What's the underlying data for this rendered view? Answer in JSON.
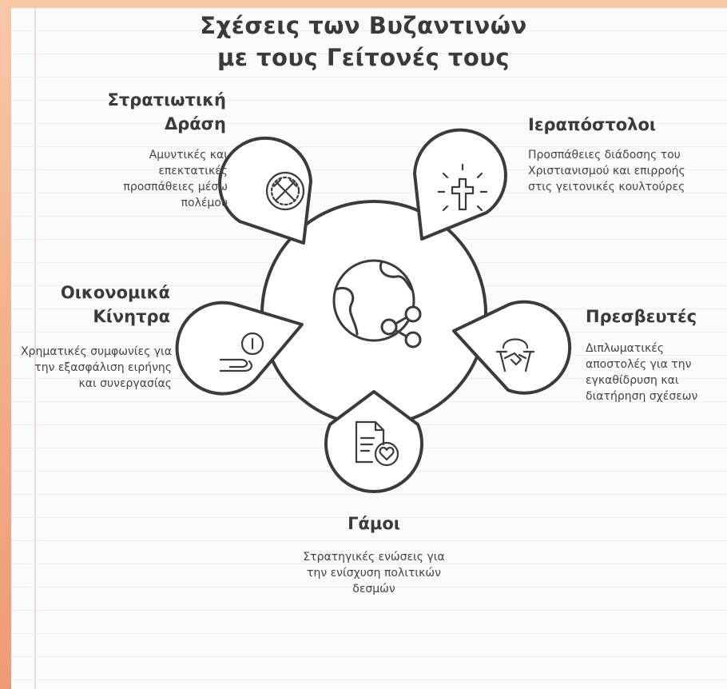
{
  "title": "Σχέσεις των Βυζαντινών με τους Γείτονές τους",
  "nodes": [
    {
      "heading": "Στρατιωτική Δράση",
      "description": "Αμυντικές και επεκτατικές προσπάθειες μέσω πολέμου",
      "icon": "crossed-swords-icon"
    },
    {
      "heading": "Ιεραπόστολοι",
      "description": "Προσπάθειες διάδοσης του Χριστιανισμού και επιρροής στις γειτονικές κουλτούρες",
      "icon": "cross-icon"
    },
    {
      "heading": "Οικονομικά Κίνητρα",
      "description": "Χρηματικές συμφωνίες για την εξασφάλιση ειρήνης και συνεργασίας",
      "icon": "coin-hand-icon"
    },
    {
      "heading": "Πρεσβευτές",
      "description": "Διπλωματικές αποστολές για την εγκαθίδρυση και διατήρηση σχέσεων",
      "icon": "handshake-icon"
    },
    {
      "heading": "Γάμοι",
      "description": "Στρατηγικές ενώσεις για την ενίσχυση πολιτικών δεσμών",
      "icon": "document-heart-icon"
    }
  ],
  "center_icon": "globe-share-icon"
}
